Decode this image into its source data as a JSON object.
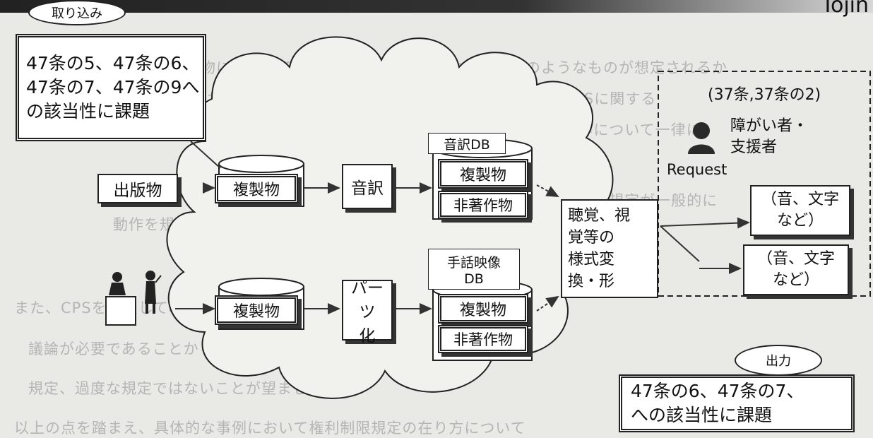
{
  "top_banner_partial": "Tojin",
  "background_lines": [
    "著作物に関連するCPSに属するサービスとして、どのようなものが想定されるか",
    "なお、現段階では具体的に特定することは困難だが、CPSに関する",
    "形態・行いは、その著作物の利用について、蓄積、出力等について一律に",
    "規定要件を満たす場合もあり、別の形態については何らかの規定が一般的に",
    "動作を規定されていない行為についての権利制限が望ましい",
    "また、CPSを想定して、システムの実装について想定される事例について",
    "議論が必要であることから、特定の技術的な観点からの規定的な",
    "規定、過度な規定ではないことが望ましい。",
    "以上の点を踏まえ、具体的な事例において権利制限規定の在り方について"
  ],
  "callout_import": {
    "tag": "取り込み",
    "lines": [
      "47条の5、47条の6、",
      "47条の7、47条の9へ",
      "の該当性に課題"
    ]
  },
  "callout_output": {
    "tag": "出力",
    "lines": [
      "47条の6、47条の7、",
      "への該当性に課題"
    ]
  },
  "source_publication": "出版物",
  "copy_label": "複製物",
  "non_work_label": "非著作物",
  "process_audio": "音訳",
  "process_parts": [
    "パーツ",
    "化"
  ],
  "db_audio_label": "音訳DB",
  "db_sign_label": [
    "手話映像",
    "DB"
  ],
  "conversion_box": [
    "聴覚、視",
    "覚等の",
    "様式変",
    "換・形"
  ],
  "user_area": {
    "law_reference": "(37条,37条の2)",
    "user_label": [
      "障がい者・",
      "支援者"
    ],
    "request_label": "Request"
  },
  "outputs": [
    {
      "lines": [
        "（音、文字",
        "など）"
      ]
    },
    {
      "lines": [
        "（音、文字",
        "など）"
      ]
    }
  ],
  "icons": [
    "person-icon",
    "meeting-people-icon",
    "cloud-shape"
  ]
}
